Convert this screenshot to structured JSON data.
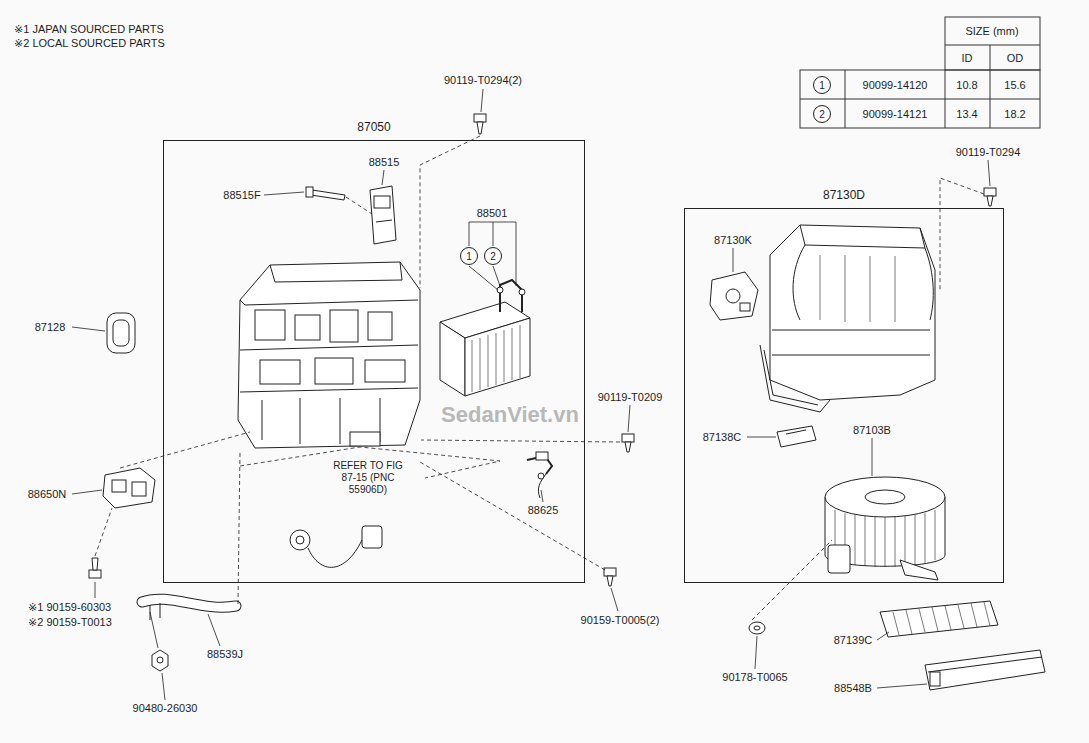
{
  "diagram": {
    "nodes": [
      {
        "text": [
          "1"
        ]
      },
      {
        "text": [
          "2"
        ]
      },
      {
        "text": [
          "87050"
        ]
      },
      {
        "text": [
          "1"
        ],
        "in": 2
      },
      {
        "text": [
          "2"
        ],
        "in": 2
      },
      {
        "text": [
          "87130D"
        ]
      }
    ],
    "labels": [
      "※1 JAPAN SOURCED PARTS",
      "※2 LOCAL SOURCED PARTS",
      "SIZE (mm)",
      "ID",
      "OD",
      "90099-14120",
      "10.8",
      "15.6",
      "90099-14121",
      "13.4",
      "18.2",
      "90119-T0294(2)",
      "88515",
      "88515F",
      "88501",
      "87128",
      "90119-T0209",
      "REFER TO FIG 87-15 (PNC 55906D)",
      "88625",
      "88650N",
      "※1 90159-60303",
      "※2 90159-T0013",
      "88539J",
      "90480-26030",
      "90159-T0005(2)",
      "90119-T0294",
      "87130K",
      "87138C",
      "87103B",
      "90178-T0065",
      "87139C",
      "88548B",
      "SedanViet.vn"
    ]
  }
}
